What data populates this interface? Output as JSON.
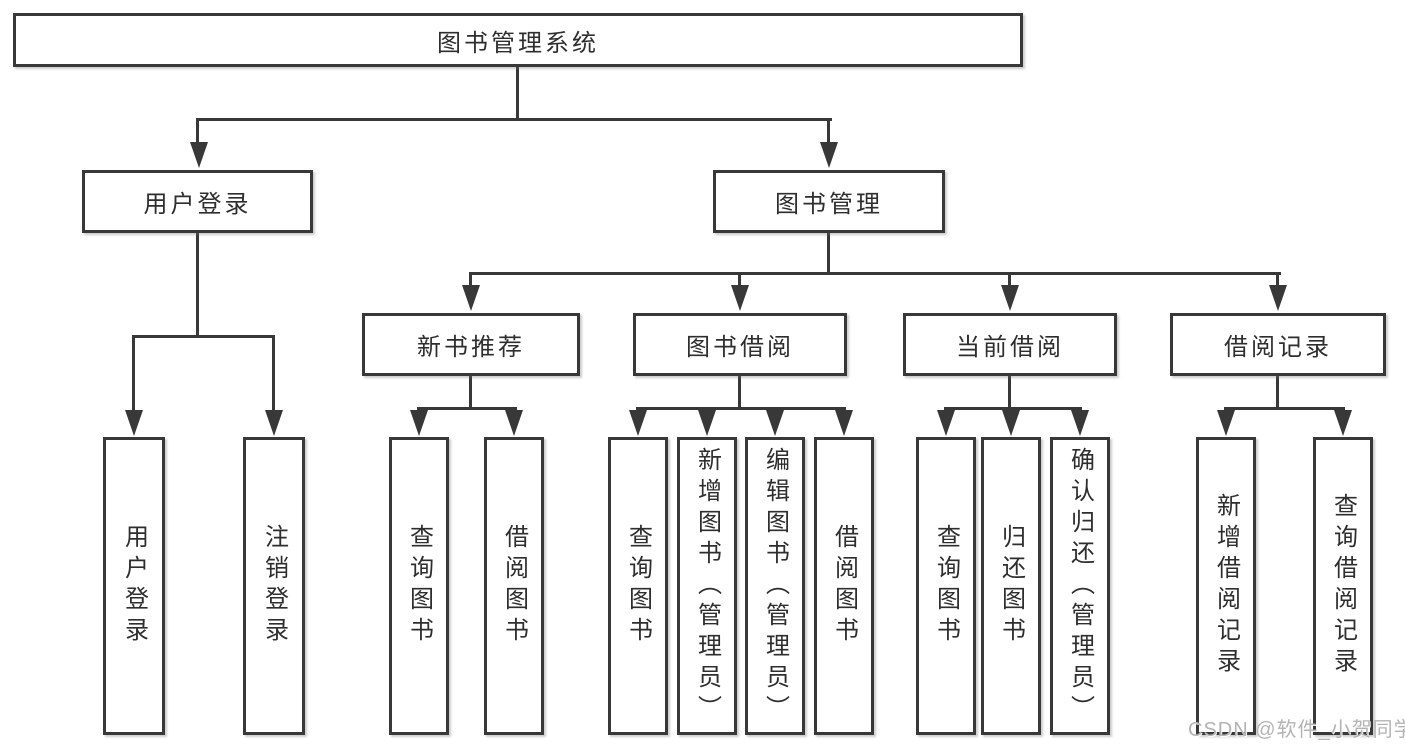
{
  "diagram": {
    "root": {
      "label": "图书管理系统"
    },
    "level2": [
      {
        "label": "用户登录",
        "children": [
          {
            "label": "用户登录"
          },
          {
            "label": "注销登录"
          }
        ]
      },
      {
        "label": "图书管理",
        "children": [
          {
            "label": "新书推荐",
            "children": [
              {
                "label": "查询图书"
              },
              {
                "label": "借阅图书"
              }
            ]
          },
          {
            "label": "图书借阅",
            "children": [
              {
                "label": "查询图书"
              },
              {
                "label": "新增图书（管理员）"
              },
              {
                "label": "编辑图书（管理员）"
              },
              {
                "label": "借阅图书"
              }
            ]
          },
          {
            "label": "当前借阅",
            "children": [
              {
                "label": "查询图书"
              },
              {
                "label": "归还图书"
              },
              {
                "label": "确认归还（管理员）"
              }
            ]
          },
          {
            "label": "借阅记录",
            "children": [
              {
                "label": "新增借阅记录"
              },
              {
                "label": "查询借阅记录"
              }
            ]
          }
        ]
      }
    ]
  },
  "watermark": {
    "text": "CSDN @软件_小贺同学"
  },
  "colors": {
    "line": "#383838",
    "box_bg": "#ffffff",
    "text": "#2e2e2e",
    "watermark": "#b4b4b4",
    "background": "#ffffff"
  }
}
